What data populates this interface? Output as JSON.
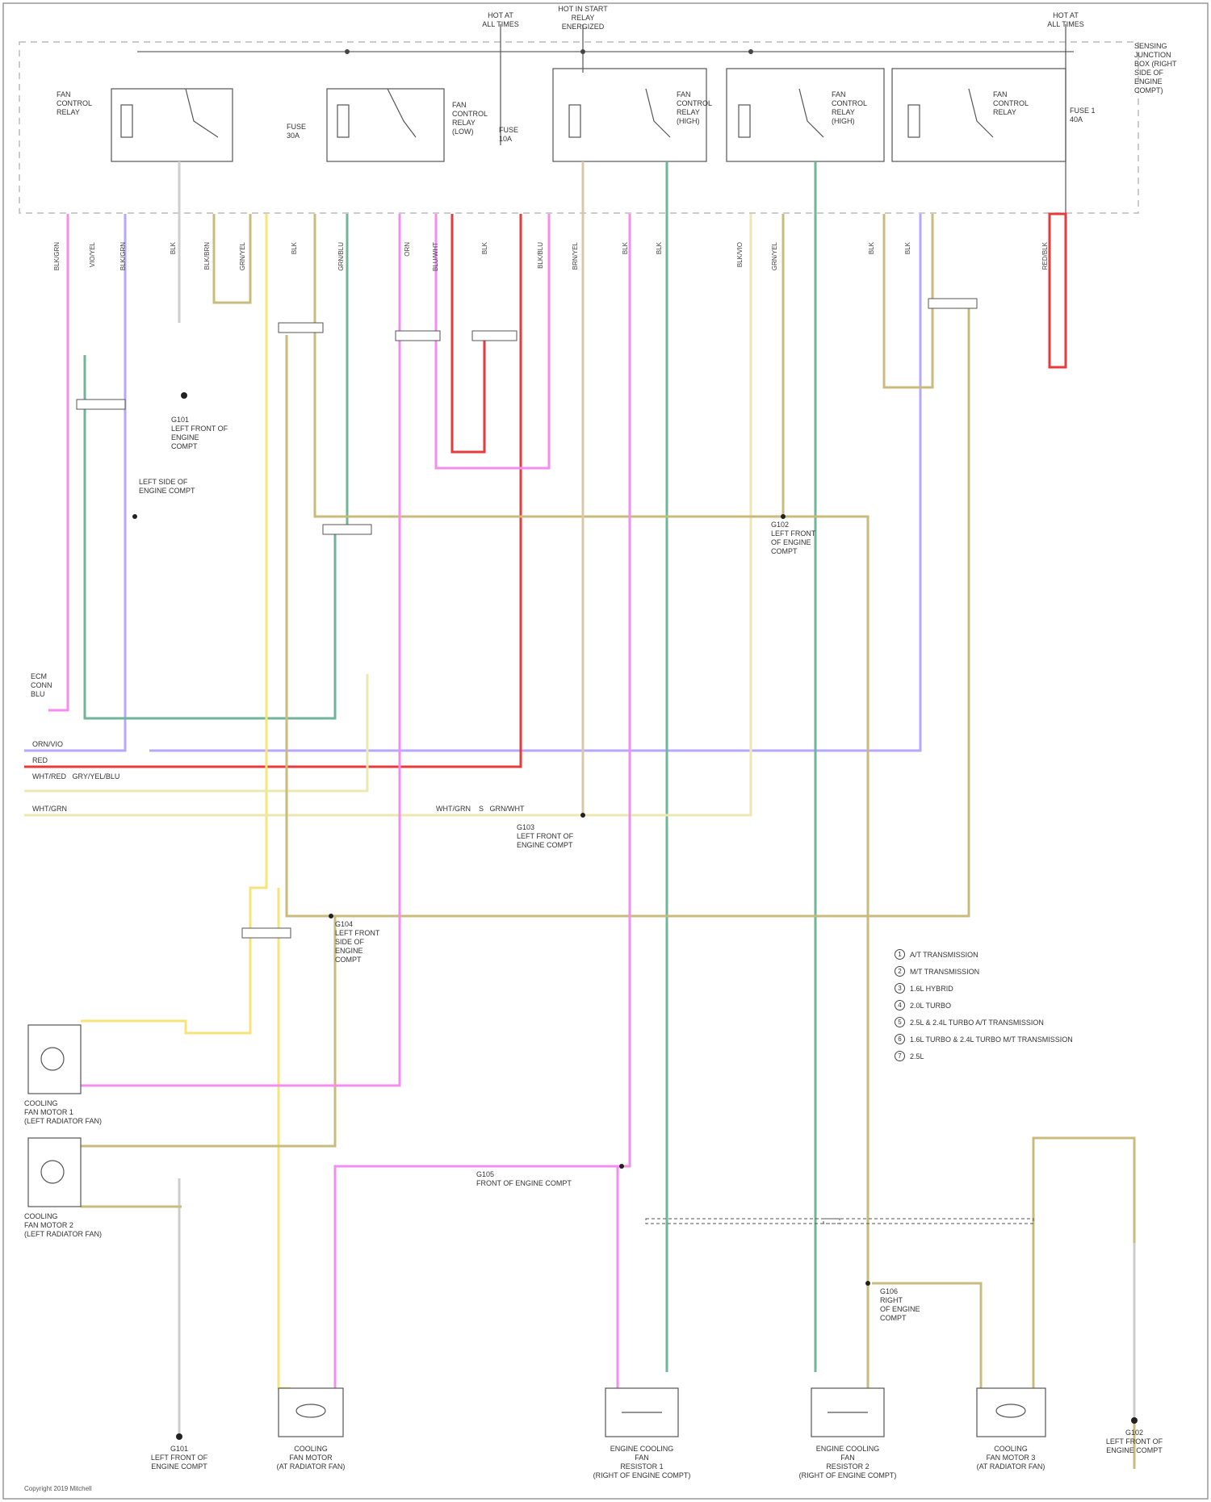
{
  "top_labels": {
    "hot_at_all_times_1": "HOT AT\nALL TIMES",
    "hot_in_start": "HOT IN START\nRELAY\nENERGIZED",
    "hot_at_all_times_2": "HOT AT\nALL TIMES"
  },
  "box_label": "SENSING\nJUNCTION\nBOX (RIGHT\nSIDE OF\nENGINE\nCOMPT)",
  "relays": [
    {
      "label": "FAN\nCONTROL\nRELAY"
    },
    {
      "label": "FAN\nCONTROL\nRELAY\n(LOW)"
    },
    {
      "label": "FAN\nCONTROL\nRELAY\n(HIGH)"
    },
    {
      "label": "FAN\nCONTROL\nRELAY\n(HIGH)"
    },
    {
      "label": "FAN\nCONTROL\nRELAY"
    }
  ],
  "fuses": [
    {
      "label": "FUSE\n30A"
    },
    {
      "label": "FUSE\n10A"
    },
    {
      "label": "FUSE 1\n40A"
    }
  ],
  "ground_labels": [
    {
      "label": "G101\nLEFT FRONT OF\nENGINE\nCOMPT"
    },
    {
      "label": "LEFT SIDE OF\nENGINE COMPT"
    },
    {
      "label": "G102\nLEFT FRONT\nOF ENGINE\nCOMPT"
    },
    {
      "label": "G103\nLEFT FRONT OF\nENGINE COMPT"
    },
    {
      "label": "G104\nLEFT FRONT\nSIDE OF\nENGINE\nCOMPT"
    },
    {
      "label": "G105\nFRONT OF ENGINE COMPT"
    },
    {
      "label": "G106\nRIGHT\nOF ENGINE\nCOMPT"
    },
    {
      "label": "G101\nLEFT FRONT OF\nENGINE COMPT"
    },
    {
      "label": "G102\nLEFT FRONT OF\nENGINE COMPT"
    }
  ],
  "left_signals": [
    {
      "label": "ORN/VIO",
      "color": "#b7a7ff"
    },
    {
      "label": "RED",
      "color": "#e83a3a"
    },
    {
      "label": "WHT/RED   GRY/YEL/BLU",
      "color": "#e8e4a8"
    },
    {
      "label": "WHT/GRN",
      "color": "#e8e4a8"
    }
  ],
  "left_top_label": "ECM\nCONN\nBLU",
  "mid_splice": "WHT/GRN    S   GRN/WHT",
  "components": [
    {
      "label": "COOLING\nFAN MOTOR 1\n(LEFT RADIATOR FAN)"
    },
    {
      "label": "COOLING\nFAN MOTOR 2\n(LEFT RADIATOR FAN)"
    },
    {
      "label": "COOLING\nFAN MOTOR\n(AT RADIATOR FAN)"
    },
    {
      "label": "ENGINE COOLING\nFAN\nRESISTOR 1\n(RIGHT OF ENGINE COMPT)"
    },
    {
      "label": "ENGINE COOLING\nFAN\nRESISTOR 2\n(RIGHT OF ENGINE COMPT)"
    },
    {
      "label": "COOLING\nFAN MOTOR 3\n(AT RADIATOR FAN)"
    }
  ],
  "legend": [
    {
      "num": "1",
      "text": "A/T TRANSMISSION"
    },
    {
      "num": "2",
      "text": "M/T TRANSMISSION"
    },
    {
      "num": "3",
      "text": "1.6L HYBRID"
    },
    {
      "num": "4",
      "text": "2.0L TURBO"
    },
    {
      "num": "5",
      "text": "2.5L & 2.4L TURBO A/T TRANSMISSION"
    },
    {
      "num": "6",
      "text": "1.6L TURBO & 2.4L TURBO M/T TRANSMISSION"
    },
    {
      "num": "7",
      "text": "2.5L"
    }
  ],
  "wire_labels": [
    "BLK/GRN",
    "VIO/YEL",
    "BLK/GRN",
    "BLK",
    "BLK/BRN",
    "GRN/YEL",
    "BLK",
    "GRN/BLU",
    "ORN",
    "BLU/WHT",
    "BLK",
    "BLK/BLU",
    "BRN/YEL",
    "BLK",
    "BLK",
    "BLK/VIO",
    "GRN/YEL",
    "BLK",
    "BLK",
    "RED/BLK"
  ],
  "footer": "Copyright 2019 Mitchell"
}
